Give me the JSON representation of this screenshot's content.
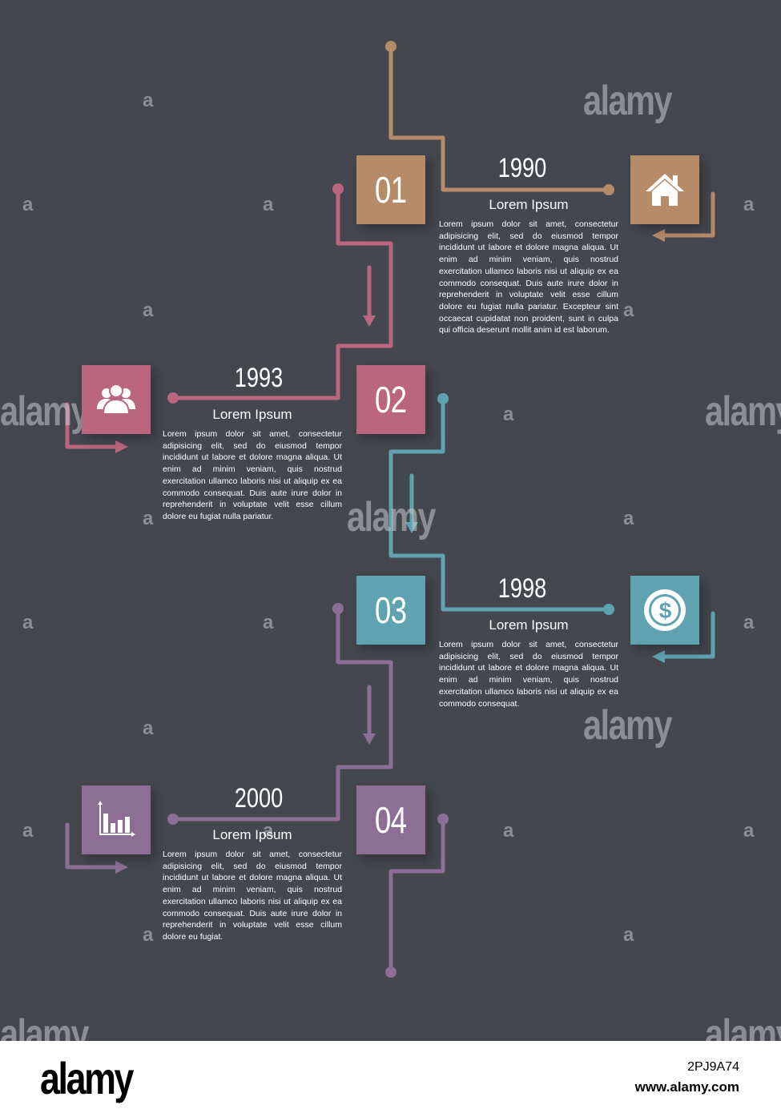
{
  "colors": {
    "background": "#45474f",
    "brown": "#b58b68",
    "pink": "#b9667e",
    "teal": "#5fa3b1",
    "purple": "#8d6f95"
  },
  "steps": [
    {
      "number": "01",
      "year": "1990",
      "title": "Lorem Ipsum",
      "icon": "home-icon",
      "text": "Lorem ipsum dolor sit amet, consectetur adipisicing elit, sed do eiusmod tempor incididunt ut labore et dolore magna aliqua. Ut enim ad minim veniam, quis nostrud exercitation ullamco laboris nisi ut aliquip ex ea commodo consequat. Duis aute irure dolor in reprehenderit in voluptate velit esse cillum dolore eu fugiat nulla pariatur. Excepteur sint occaecat cupidatat non proident, sunt in culpa qui officia deserunt mollit anim id est laborum."
    },
    {
      "number": "02",
      "year": "1993",
      "title": "Lorem Ipsum",
      "icon": "team-icon",
      "text": "Lorem ipsum dolor sit amet, consectetur adipisicing elit, sed do eiusmod tempor incididunt ut labore et dolore magna aliqua. Ut enim ad minim veniam, quis nostrud exercitation ullamco laboris nisi ut aliquip ex ea commodo consequat. Duis aute irure dolor in reprehenderit in voluptate velit esse cillum dolore eu fugiat nulla pariatur."
    },
    {
      "number": "03",
      "year": "1998",
      "title": "Lorem Ipsum",
      "icon": "dollar-coin-icon",
      "text": "Lorem ipsum dolor sit amet, consectetur adipisicing elit, sed do eiusmod tempor incididunt ut labore et dolore magna aliqua. Ut enim ad minim veniam, quis nostrud exercitation ullamco laboris nisi ut aliquip ex ea commodo consequat."
    },
    {
      "number": "04",
      "year": "2000",
      "title": "Lorem Ipsum",
      "icon": "bar-chart-icon",
      "text": "Lorem ipsum dolor sit amet, consectetur adipisicing elit, sed do eiusmod tempor incididunt ut labore et dolore magna aliqua. Ut enim ad minim veniam, quis nostrud exercitation ullamco laboris nisi ut aliquip ex ea commodo consequat. Duis aute irure dolor in reprehenderit in voluptate velit esse cillum dolore eu fugiat."
    }
  ],
  "watermark": {
    "big": "alamy",
    "small": "a"
  },
  "footer": {
    "logo": "alamy",
    "image_id": "2PJ9A74",
    "url": "www.alamy.com"
  }
}
